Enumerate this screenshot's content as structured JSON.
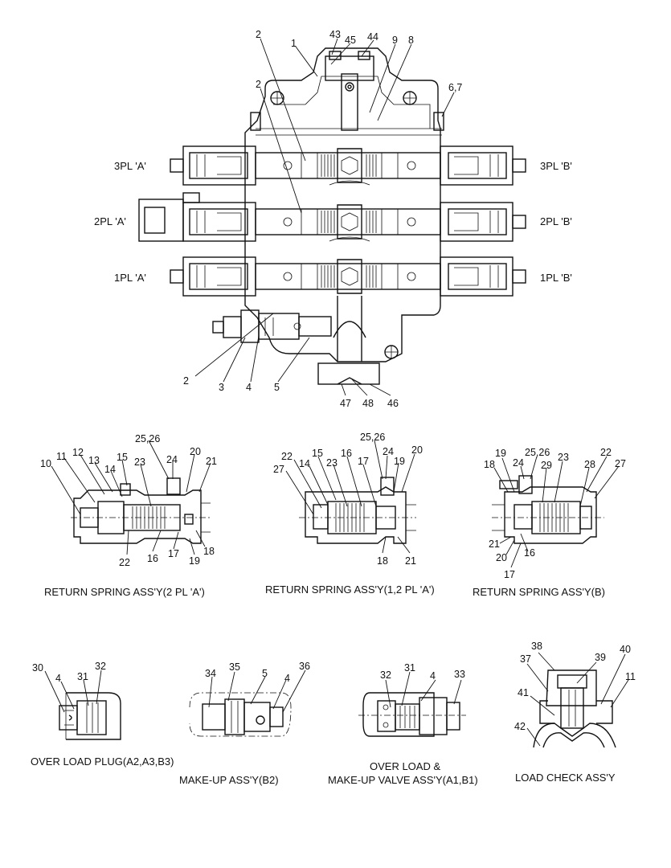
{
  "main_callouts": {
    "c1": "1",
    "c2a": "2",
    "c2b": "2",
    "c2c": "2",
    "c3": "3",
    "c4": "4",
    "c5": "5",
    "c67": "6,7",
    "c8": "8",
    "c9": "9",
    "c43": "43",
    "c44": "44",
    "c45": "45",
    "c46": "46",
    "c47": "47",
    "c48": "48"
  },
  "port_labels": {
    "pl3a": "3PL 'A'",
    "pl3b": "3PL 'B'",
    "pl2a": "2PL 'A'",
    "pl2b": "2PL 'B'",
    "pl1a": "1PL 'A'",
    "pl1b": "1PL 'B'"
  },
  "detail_a": {
    "caption": "RETURN SPRING ASS'Y(2 PL 'A')",
    "callouts": [
      "10",
      "11",
      "12",
      "13",
      "14",
      "15",
      "23",
      "25,26",
      "24",
      "20",
      "21",
      "22",
      "16",
      "17",
      "19",
      "18"
    ]
  },
  "detail_b": {
    "caption": "RETURN SPRING ASS'Y(1,2 PL 'A')",
    "callouts": [
      "22",
      "27",
      "15",
      "14",
      "23",
      "16",
      "25,26",
      "17",
      "24",
      "19",
      "20",
      "18",
      "21"
    ]
  },
  "detail_c": {
    "caption": "RETURN SPRING ASS'Y(B)",
    "callouts": [
      "19",
      "18",
      "24",
      "25,26",
      "29",
      "23",
      "28",
      "22",
      "27",
      "21",
      "20",
      "16",
      "17"
    ]
  },
  "detail_d": {
    "caption": "OVER LOAD PLUG(A2,A3,B3)",
    "callouts": [
      "30",
      "4",
      "31",
      "32"
    ]
  },
  "detail_e": {
    "caption": "MAKE-UP ASS'Y(B2)",
    "callouts": [
      "34",
      "35",
      "5",
      "4",
      "36"
    ]
  },
  "detail_f": {
    "caption_line1": "OVER LOAD &",
    "caption_line2": "MAKE-UP VALVE ASS'Y(A1,B1)",
    "callouts": [
      "32",
      "31",
      "4",
      "33"
    ]
  },
  "detail_g": {
    "caption": "LOAD CHECK ASS'Y",
    "callouts": [
      "38",
      "37",
      "39",
      "40",
      "11",
      "41",
      "42"
    ]
  }
}
